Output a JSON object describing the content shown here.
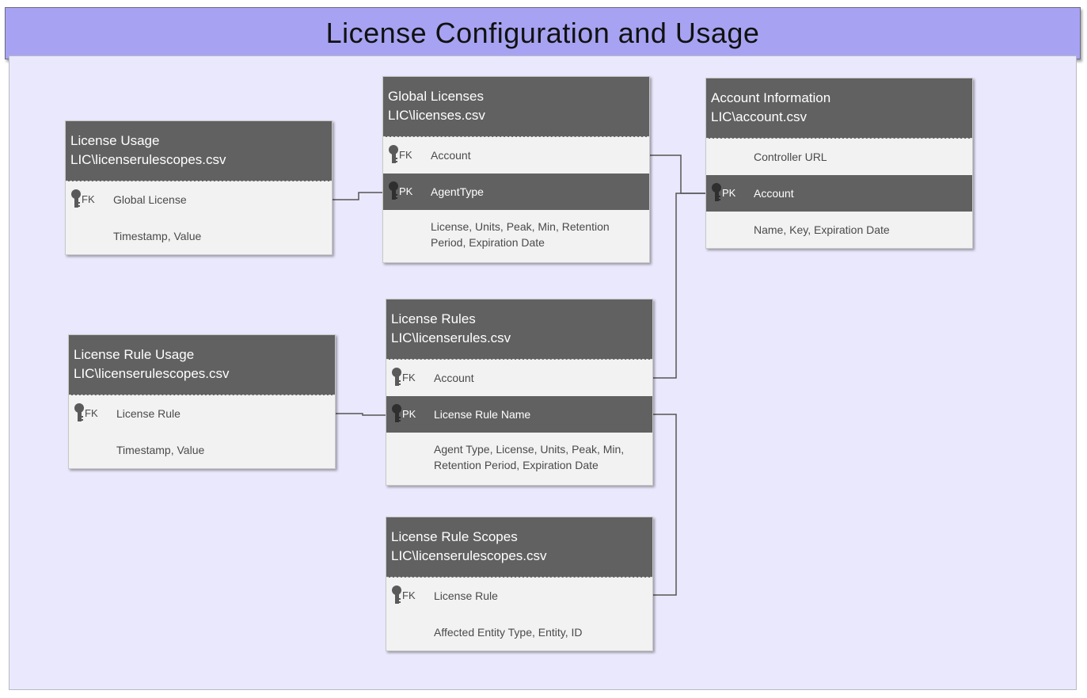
{
  "title": "License Configuration and Usage",
  "colors": {
    "title_bg": "#a7a3f2",
    "canvas_bg": "#eae8fc",
    "header_bg": "#616161",
    "row_bg": "#f2f2f2",
    "connector": "#555555"
  },
  "entities": {
    "license_usage": {
      "name": "License Usage",
      "file": "LIC\\licenserulescopes.csv",
      "rows": [
        {
          "key": "FK",
          "text": "Global License"
        },
        {
          "key": "",
          "text": "Timestamp, Value"
        }
      ]
    },
    "global_licenses": {
      "name": "Global Licenses",
      "file": "LIC\\licenses.csv",
      "rows": [
        {
          "key": "FK",
          "text": "Account"
        },
        {
          "key": "PK",
          "text": "AgentType"
        },
        {
          "key": "",
          "text": "License, Units, Peak, Min, Retention Period, Expiration Date"
        }
      ]
    },
    "account_information": {
      "name": "Account Information",
      "file": "LIC\\account.csv",
      "rows": [
        {
          "key": "",
          "text": "Controller URL"
        },
        {
          "key": "PK",
          "text": "Account"
        },
        {
          "key": "",
          "text": "Name, Key, Expiration Date"
        }
      ]
    },
    "license_rule_usage": {
      "name": "License Rule Usage",
      "file": "LIC\\licenserulescopes.csv",
      "rows": [
        {
          "key": "FK",
          "text": "License Rule"
        },
        {
          "key": "",
          "text": "Timestamp, Value"
        }
      ]
    },
    "license_rules": {
      "name": "License Rules",
      "file": "LIC\\licenserules.csv",
      "rows": [
        {
          "key": "FK",
          "text": "Account"
        },
        {
          "key": "PK",
          "text": "License Rule Name"
        },
        {
          "key": "",
          "text": "Agent Type, License, Units, Peak, Min, Retention Period, Expiration Date"
        }
      ]
    },
    "license_rule_scopes": {
      "name": "License Rule Scopes",
      "file": "LIC\\licenserulescopes.csv",
      "rows": [
        {
          "key": "FK",
          "text": "License Rule"
        },
        {
          "key": "",
          "text": "Affected Entity Type, Entity, ID"
        }
      ]
    }
  }
}
